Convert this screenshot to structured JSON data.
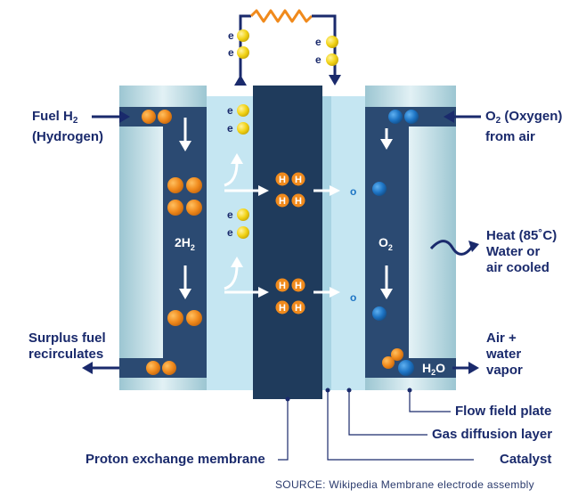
{
  "labels": {
    "fuel_in_prefix": "Fuel H",
    "fuel_in_sub": "2",
    "fuel_in_line2": "(Hydrogen)",
    "oxygen_prefix": "O",
    "oxygen_sub": "2",
    "oxygen_suffix": " (Oxygen)",
    "oxygen_line2": "from air",
    "heat_prefix": "Heat (85",
    "heat_deg": "˚",
    "heat_suffix": "C)",
    "heat_line2": "Water or",
    "heat_line3": "air  cooled",
    "surplus_line1": "Surplus fuel",
    "surplus_line2": "recirculates",
    "air_line1": "Air +",
    "air_line2": "water",
    "air_line3": "vapor",
    "flow_field_plate": "Flow field plate",
    "gas_diffusion_layer": "Gas diffusion layer",
    "catalyst": "Catalyst",
    "proton_exchange_membrane": "Proton exchange membrane",
    "source": "SOURCE: Wikipedia Membrane electrode assembly"
  },
  "inner": {
    "anode_prefix": "2H",
    "anode_sub": "2",
    "cathode_prefix": "O",
    "cathode_sub": "2",
    "water_prefix": "H",
    "water_sub": "2",
    "water_suffix": "O",
    "electron": "e",
    "proton": "H",
    "oxygen_atom": "o"
  },
  "colors": {
    "navy": "#1a2a6c",
    "dark_channel": "#2b4a72",
    "membrane": "#1f3b5c",
    "light_blue": "#c5e6f2",
    "plate_light": "#a9cfda",
    "plate_mid": "#d7ecf2",
    "electron_yellow": "#f2d316",
    "hydrogen_orange": "#f08a1c",
    "oxygen_blue": "#1d74c4",
    "resistor": "#f08a1c"
  }
}
